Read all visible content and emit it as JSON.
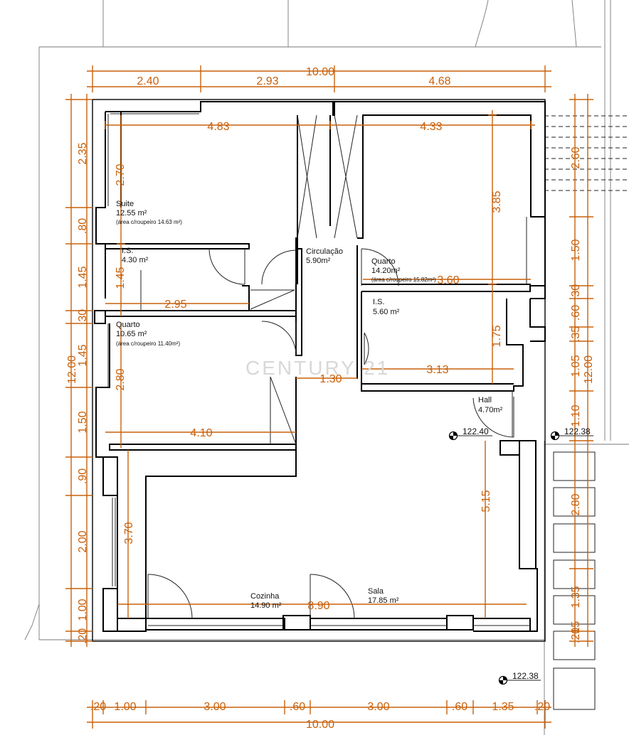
{
  "watermark": "CENTURY 21",
  "rooms": {
    "suite": {
      "name": "Suite",
      "area": "12.55 m²",
      "note": "(área c/roupeiro 14.63 m²)"
    },
    "is1": {
      "name": "I.S.",
      "area": "4.30 m²"
    },
    "quarto1": {
      "name": "Quarto",
      "area": "10.65 m²",
      "note": "(área c/roupeiro 11.40m²)"
    },
    "circulacao": {
      "name": "Circulação",
      "area": "5.90m²"
    },
    "quarto2": {
      "name": "Quarto",
      "area": "14.20m²",
      "note": "(área c/roupeiro 15.82m²)"
    },
    "is2": {
      "name": "I.S.",
      "area": "5.60 m²"
    },
    "hall": {
      "name": "Hall",
      "area": "4.70m²"
    },
    "cozinha": {
      "name": "Cozinha",
      "area": "14.90 m²"
    },
    "sala": {
      "name": "Sala",
      "area": "17.85 m²"
    }
  },
  "levels": [
    "122.40",
    "122.38",
    "122.38"
  ],
  "dims": {
    "top_total": "10.00",
    "top_segments": [
      "2.40",
      "2.93",
      "4.68"
    ],
    "bottom_total": "10.00",
    "bottom_segments": [
      ".20",
      "1.00",
      "3.00",
      ".60",
      "3.00",
      ".60",
      "1.35",
      ".20"
    ],
    "left_total": "12.00",
    "left_segments": [
      "2.35",
      ".80",
      "1.45",
      ".30",
      "1.45",
      "1.50",
      ".90",
      "2.00",
      "1.00",
      ".20"
    ],
    "right_total": "12.00",
    "right_segments": [
      "2.60",
      "1.50",
      ".30",
      ".60",
      ".35",
      "1.05",
      "1.10",
      "2.80",
      "1.35",
      ".20",
      ".15"
    ],
    "inner": {
      "suite_w": "4.83",
      "quarto2_w": "4.33",
      "suite_h": "2.70",
      "quarto2_h": "3.85",
      "is1_h": "1.45",
      "is1_w": "2.95",
      "quarto2_d": "3.60",
      "is2_h": "1.75",
      "is2_w": "3.13",
      "quarto1_h": "2.80",
      "circ_w": "1.30",
      "quarto1_w": "4.10",
      "sala_h": "5.15",
      "coz_h": "3.70",
      "living_w": "8.90"
    }
  }
}
